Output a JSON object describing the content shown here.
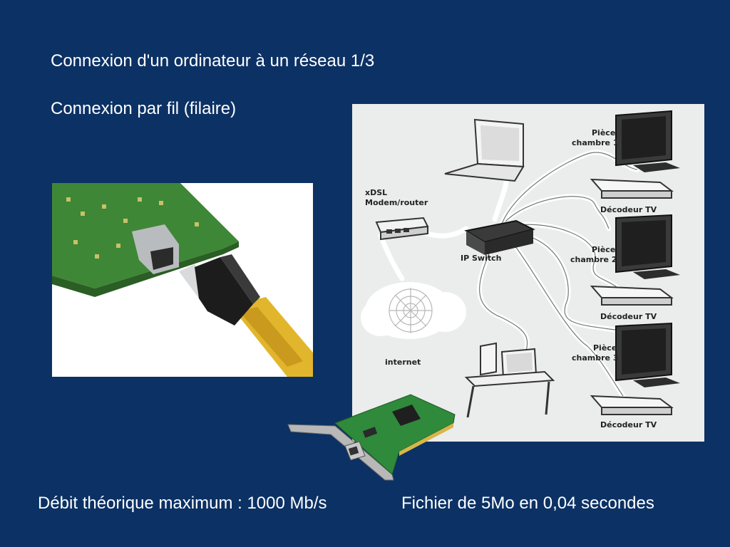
{
  "slide": {
    "title": "Connexion d'un ordinateur à un réseau 1/3",
    "subtitle": "Connexion par fil (filaire)",
    "debit": "Débit théorique maximum : 1000 Mb/s",
    "fichier": "Fichier de 5Mo en 0,04 secondes"
  },
  "diagram": {
    "modem_label_1": "xDSL",
    "modem_label_2": "Modem/router",
    "switch_label": "IP Switch",
    "internet_label": "internet",
    "room1_label_1": "Pièce",
    "room1_label_2": "chambre 1",
    "room2_label_1": "Pièce",
    "room2_label_2": "chambre 2",
    "room3_label_1": "Pièce",
    "room3_label_2": "chambre 3",
    "decoder1_label": "Décodeur TV",
    "decoder2_label": "Décodeur TV",
    "decoder3_label": "Décodeur TV"
  },
  "colors": {
    "background": "#0c3164",
    "text": "#ffffff",
    "pcb_green": "#3f8a3a",
    "cable_yellow": "#e2b62c"
  }
}
